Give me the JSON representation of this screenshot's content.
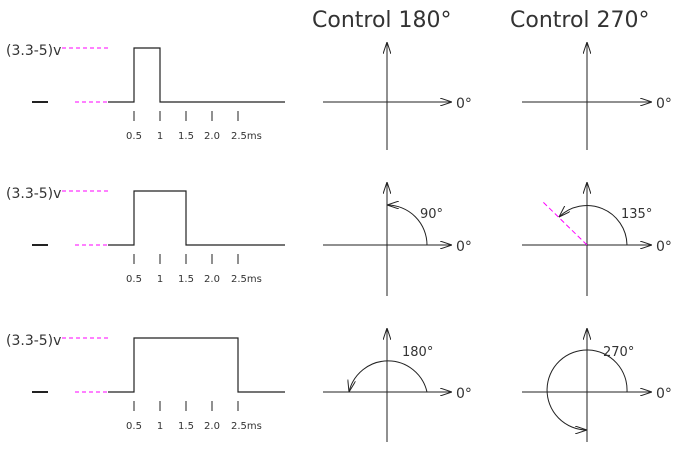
{
  "headers": {
    "control_180": "Control 180°",
    "control_270": "Control 270°"
  },
  "voltage_label": "(3.3-5)v",
  "tick_labels": [
    "0.5",
    "1",
    "1.5",
    "2.0",
    "2.5ms"
  ],
  "zero_label": "0°",
  "rows": [
    {
      "pulse_ms": 1.0,
      "angle_180": "",
      "angle_270": ""
    },
    {
      "pulse_ms": 1.5,
      "angle_180": "90°",
      "angle_270": "135°"
    },
    {
      "pulse_ms": 2.5,
      "angle_180": "180°",
      "angle_270": "270°"
    }
  ],
  "colors": {
    "dash": "#ff00ff",
    "line": "#222222",
    "text": "#333333"
  }
}
